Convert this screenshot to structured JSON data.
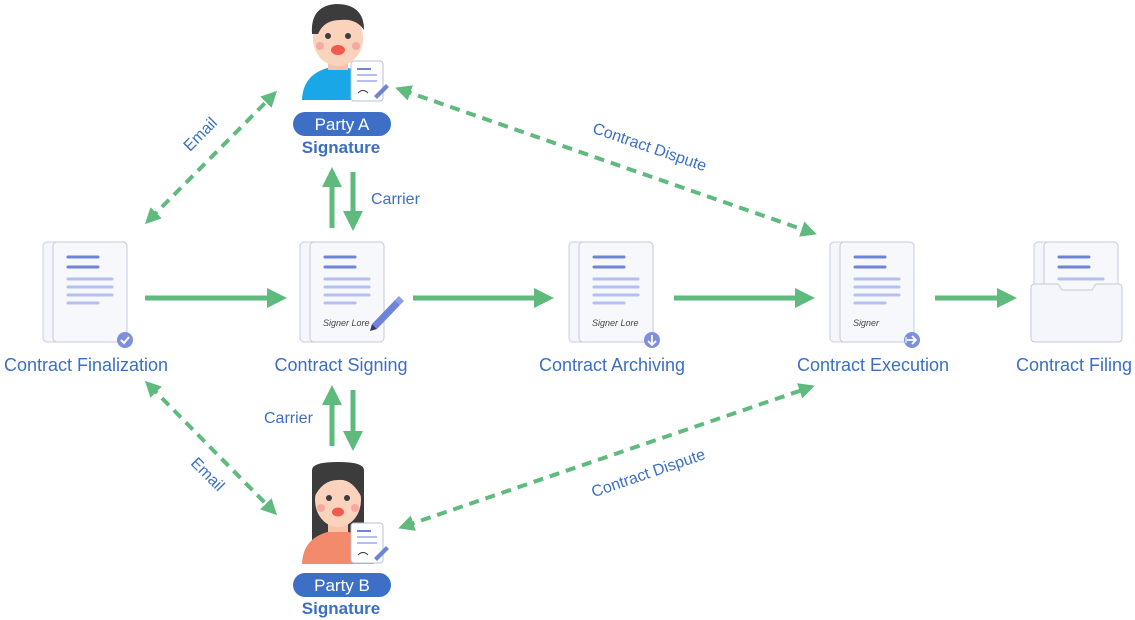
{
  "nodes": {
    "finalization": "Contract Finalization",
    "signing": "Contract Signing",
    "archiving": "Contract Archiving",
    "execution": "Contract Execution",
    "filing": "Contract Filing"
  },
  "party_a": {
    "badge": "Party A",
    "caption": "Signature"
  },
  "party_b": {
    "badge": "Party B",
    "caption": "Signature"
  },
  "edges": {
    "email_a": "Email",
    "email_b": "Email",
    "carrier_a": "Carrier",
    "carrier_b": "Carrier",
    "dispute_a": "Contract Dispute",
    "dispute_b": "Contract Dispute"
  },
  "doc_text": {
    "signing_signature": "Signer Lore",
    "archiving_signature": "Signer Lore",
    "execution_signature": "Signer"
  },
  "icons": {
    "finalization_badge": "check-icon",
    "archiving_badge": "download-icon",
    "execution_badge": "forward-icon",
    "signing_tool": "pen-icon"
  },
  "colors": {
    "arrow_green": "#5fba7d",
    "label_blue": "#3b6fc4",
    "badge_blue": "#3d6fc6",
    "doc_line": "#6f84d6",
    "badge_purple": "#7e8fe0",
    "party_a_shirt": "#1aa7e8",
    "party_b_shirt": "#f48a6c"
  }
}
